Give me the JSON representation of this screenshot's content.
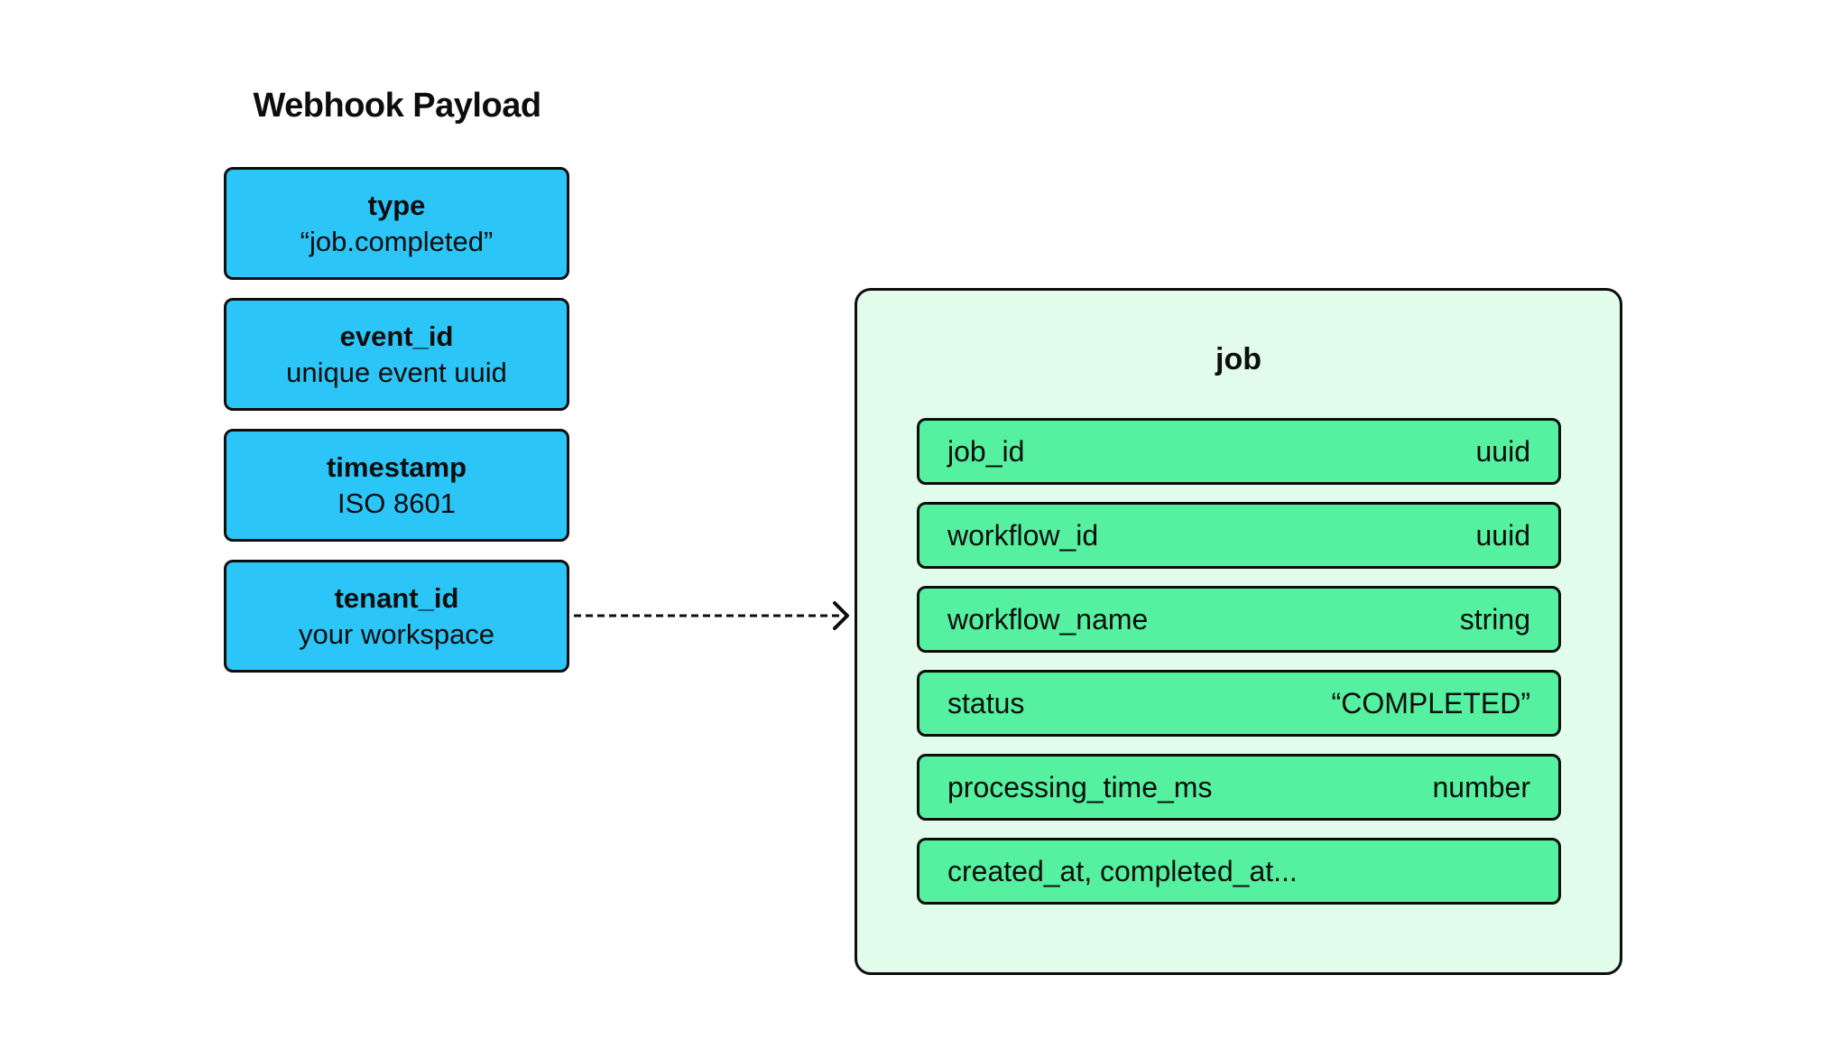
{
  "diagram": {
    "title": "Webhook Payload",
    "payload_fields": [
      {
        "name": "type",
        "desc": "“job.completed”"
      },
      {
        "name": "event_id",
        "desc": "unique event uuid"
      },
      {
        "name": "timestamp",
        "desc": "ISO 8601"
      },
      {
        "name": "tenant_id",
        "desc": "your workspace"
      }
    ],
    "job_panel": {
      "title": "job",
      "rows": [
        {
          "field": "job_id",
          "type": "uuid"
        },
        {
          "field": "workflow_id",
          "type": "uuid"
        },
        {
          "field": "workflow_name",
          "type": "string"
        },
        {
          "field": "status",
          "type": "“COMPLETED”"
        },
        {
          "field": "processing_time_ms",
          "type": "number"
        },
        {
          "field": "created_at, completed_at...",
          "type": ""
        }
      ]
    },
    "colors": {
      "payload_box_fill": "#2BC5F7",
      "job_row_fill": "#55F0A0",
      "job_panel_fill": "#E2FCEC",
      "border": "#0d0d0d",
      "background": "#ffffff"
    }
  }
}
